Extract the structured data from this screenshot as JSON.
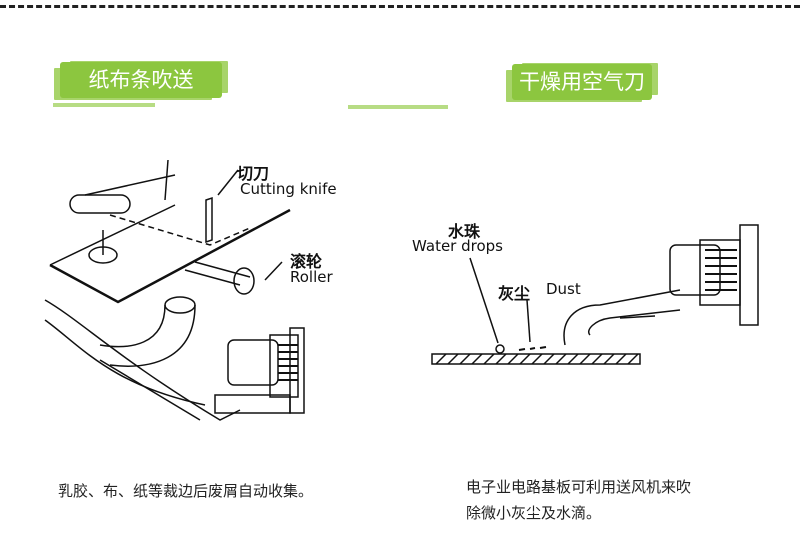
{
  "left_panel": {
    "title": "纸布条吹送",
    "knife_cn": "切刀",
    "knife_en": "Cutting knife",
    "roller_cn": "滚轮",
    "roller_en": "Roller",
    "caption": "乳胶、布、纸等裁边后废屑自动收集。"
  },
  "right_panel": {
    "title": "干燥用空气刀",
    "water_cn": "水珠",
    "water_en": "Water drops",
    "dust_cn": "灰尘",
    "dust_en": "Dust",
    "caption_line1": "电子业电路基板可利用送风机来吹",
    "caption_line2": "除微小灰尘及水滴。"
  },
  "colors": {
    "accent": "#8cc63f"
  }
}
